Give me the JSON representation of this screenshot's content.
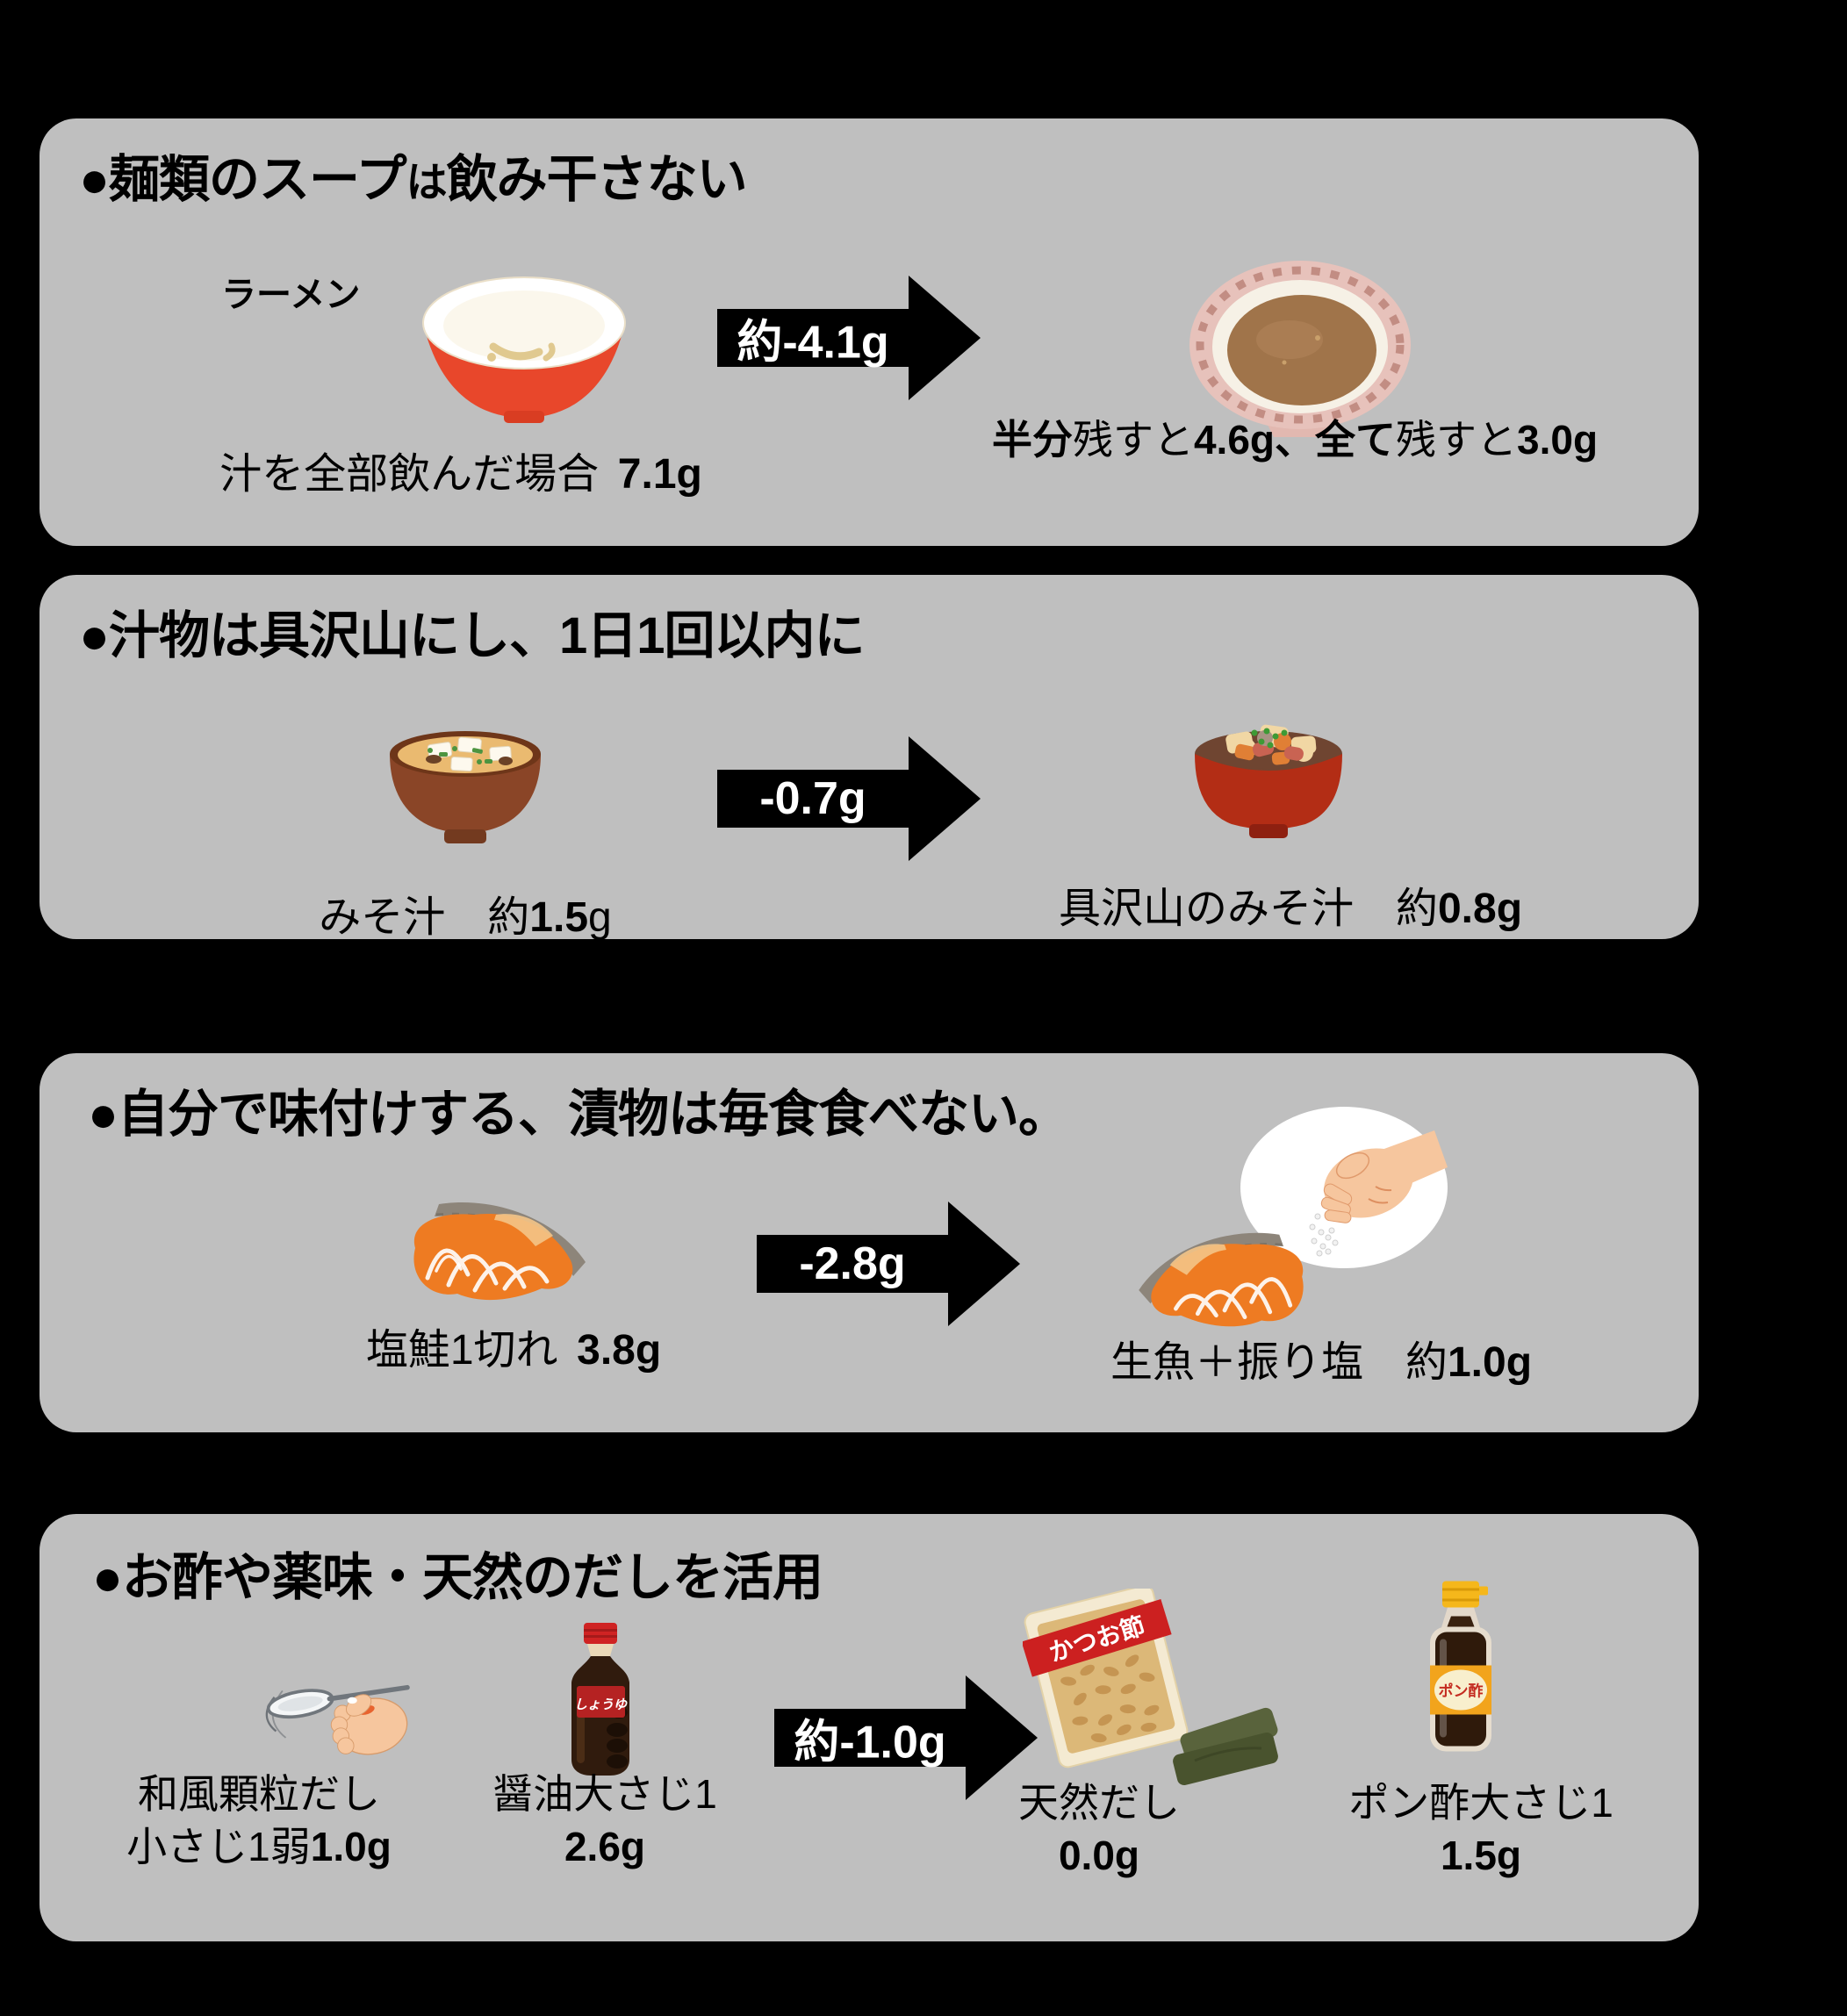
{
  "colors": {
    "background": "#000000",
    "panel_gray": "#bfbfbf",
    "arrow_black": "#000000",
    "arrow_text_white": "#ffffff",
    "ramen_bowl_red": "#e8472b",
    "salmon_orange": "#ee7b22",
    "soup_brown": "#a0744a"
  },
  "panels": [
    {
      "heading": {
        "main": "●麺類のスープ",
        "particle": "は",
        "tail": "飲み干さない"
      },
      "item_label": "ラーメン",
      "arrow": "約-4.1g",
      "left": {
        "text": "汁を全部飲んだ場合",
        "value": "7.1g"
      },
      "right": {
        "b1": "半分",
        "r1": "残すと",
        "v1": "4.6g、",
        "b2": "全て",
        "r2": "残すと",
        "v2": "3.0g"
      }
    },
    {
      "heading": {
        "main": "●汁物は具沢山にし、1日1回以内に"
      },
      "arrow": "-0.7g",
      "left": {
        "text": "みそ汁　約",
        "value": "1.5",
        "unit": "g"
      },
      "right": {
        "text": "具沢山のみそ汁　約",
        "value": "0.8g"
      }
    },
    {
      "heading": {
        "main": "●自分で味付けする、漬物は毎食食べない。"
      },
      "arrow": "-2.8g",
      "left": {
        "text": "塩鮭1切れ",
        "value": "3.8g"
      },
      "right": {
        "text": "生魚＋振り塩　約",
        "value": "1.0g"
      }
    },
    {
      "heading": {
        "main": "●お酢や薬味・天然のだしを活用"
      },
      "arrow": "約-1.0g",
      "items": [
        {
          "name": "和風顆粒だし",
          "qty": "小さじ1弱",
          "value": "1.0g"
        },
        {
          "name": "醤油大さじ1",
          "qty": "",
          "value": "2.6g"
        },
        {
          "name": "天然だし",
          "qty": "",
          "value": "0.0g"
        },
        {
          "name": "ポン酢大さじ1",
          "qty": "",
          "value": "1.5g"
        }
      ],
      "product_labels": {
        "soy_sauce": "しょうゆ",
        "bonito": "かつお節",
        "ponzu": "ポン酢"
      }
    }
  ]
}
